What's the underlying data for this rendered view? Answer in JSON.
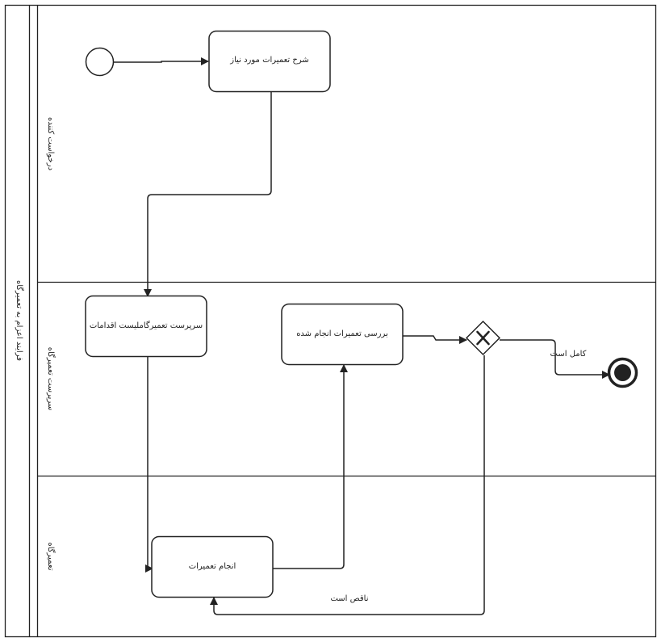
{
  "pool": {
    "title": "فرایند اعزام به تعمیرگاه"
  },
  "lanes": [
    {
      "id": "requester",
      "label": "درخواست کننده"
    },
    {
      "id": "supervisor",
      "label": "سرپرست تعمیرگاه"
    },
    {
      "id": "workshop",
      "label": "تعمیرگاه"
    }
  ],
  "tasks": {
    "describe": "شرح تعمیرات مورد نیاز",
    "supervise": "سرپرست تعمیرگاملیست اقدامات",
    "review": "بررسی تعمیرات انجام شده",
    "perform": "انجام تعمیرات"
  },
  "flows": {
    "complete": "کامل است",
    "incomplete": "ناقص است"
  },
  "colors": {
    "stroke": "#222222",
    "fill": "#ffffff"
  }
}
